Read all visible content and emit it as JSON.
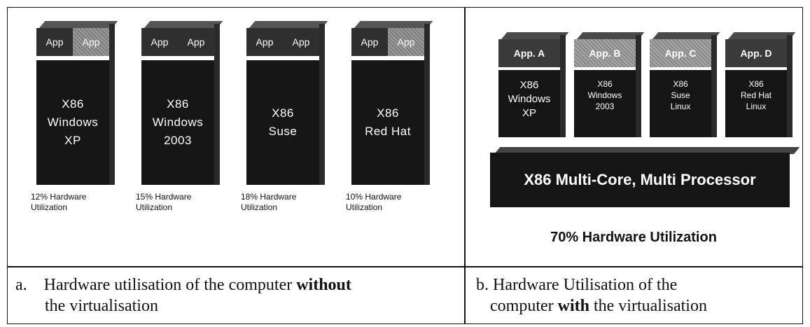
{
  "panel_a": {
    "stacks": [
      {
        "apps": [
          "App",
          "App"
        ],
        "os": "X86\nWindows\nXP",
        "util": "12% Hardware\nUtilization",
        "second_app_style": "textured"
      },
      {
        "apps": [
          "App",
          "App"
        ],
        "os": "X86\nWindows\n2003",
        "util": "15% Hardware\nUtilization",
        "second_app_style": "dark"
      },
      {
        "apps": [
          "App",
          "App"
        ],
        "os": "X86\nSuse",
        "util": "18% Hardware\nUtilization",
        "second_app_style": "dark"
      },
      {
        "apps": [
          "App",
          "App"
        ],
        "os": "X86\nRed Hat",
        "util": "10% Hardware\nUtilization",
        "second_app_style": "textured"
      }
    ],
    "caption_letter": "a.",
    "caption_pre": "Hardware utilisation of the computer",
    "caption_bold": "without",
    "caption_post": "the virtualisation"
  },
  "panel_b": {
    "stacks": [
      {
        "app": "App. A",
        "os": "X86\nWindows\nXP",
        "size": "big",
        "style": "dark"
      },
      {
        "app": "App. B",
        "os": "X86\nWindows\n2003",
        "size": "small",
        "style": "light"
      },
      {
        "app": "App. C",
        "os": "X86\nSuse\nLinux",
        "size": "small",
        "style": "light"
      },
      {
        "app": "App. D",
        "os": "X86\nRed Hat\nLinux",
        "size": "small",
        "style": "dark"
      }
    ],
    "base_label": "X86 Multi-Core, Multi Processor",
    "total_util": "70% Hardware Utilization",
    "caption_letter": "b.",
    "caption_pre": "Hardware Utilisation of the",
    "caption_mid_pre": "computer",
    "caption_bold": "with",
    "caption_post": "the virtualisation"
  }
}
